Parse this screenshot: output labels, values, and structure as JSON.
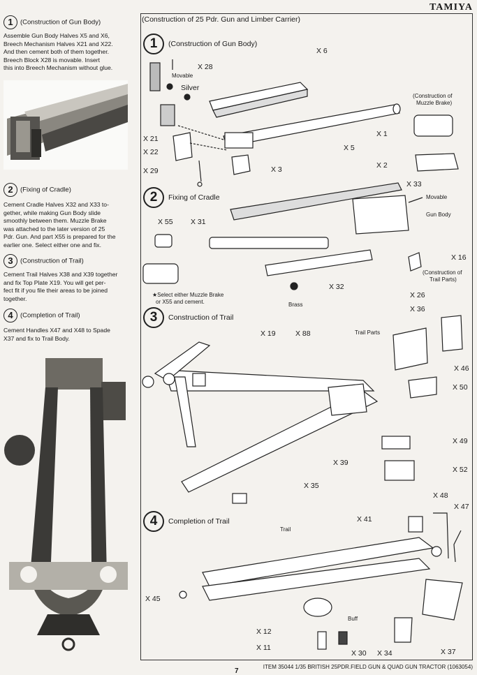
{
  "brand": "TAMIYA",
  "left_column": {
    "steps": [
      {
        "num": "1",
        "title": "(Construction of Gun Body)",
        "lines": [
          "Assemble Gun Body Halves X5 and X6,",
          "Breech Mechanism Halves X21 and X22.",
          "And then cement both of them together.",
          "Breech Block X28 is movable.  Insert",
          "this into Breech Mechanism without glue."
        ]
      },
      {
        "num": "2",
        "title": "(Fixing of Cradle)",
        "lines": [
          "Cement Cradle Halves X32 and X33 to-",
          "gether, while making Gun Body slide",
          "smoothly between them.  Muzzle Brake",
          "was attached to the later version of 25",
          "Pdr. Gun. And part X55 is prepared for the",
          "earlier one.  Select either one and fix."
        ]
      },
      {
        "num": "3",
        "title": "(Construction of Trail)",
        "lines": [
          "Cement Trail Halves X38 and X39 together",
          "and fix Top Plate X19.  You will get per-",
          "fect fit if you file their areas to be joined",
          "together."
        ]
      },
      {
        "num": "4",
        "title": "(Completion of Trail)",
        "lines": [
          "Cement Handles X47 and X48 to Spade",
          "X37 and fix to Trail Body."
        ]
      }
    ]
  },
  "panel": {
    "header": "(Construction of 25 Pdr. Gun and Limber Carrier)",
    "sections": [
      {
        "num": "1",
        "title": "(Construction of Gun Body)"
      },
      {
        "num": "2",
        "title": "Fixing of Cradle"
      },
      {
        "num": "3",
        "title": "Construction of Trail"
      },
      {
        "num": "4",
        "title": "Completion of Trail"
      }
    ],
    "labels": {
      "x6": "X 6",
      "x28": "X 28",
      "movable1": "Movable",
      "silver": "Silver",
      "x21": "X 21",
      "x22": "X 22",
      "x29": "X 29",
      "x3": "X 3",
      "x5": "X 5",
      "muzzle_note": "(Construction of",
      "muzzle_note2": "Muzzle Brake)",
      "x1": "X 1",
      "x2": "X 2",
      "x33": "X 33",
      "movable2": "Movable",
      "gunbody": "Gun Body",
      "x55": "X 55",
      "x31": "X 31",
      "x16": "X 16",
      "trailparts_note": "(Construction of",
      "trailparts_note2": "Trail Parts)",
      "x32": "X 32",
      "brass": "Brass",
      "select_note": "★Select either Muzzle Brake",
      "select_note2": "or X55 and cement.",
      "x19": "X 19",
      "x88": "X 88",
      "trailparts": "Trail Parts",
      "x26": "X 26",
      "x36": "X 36",
      "x46": "X 46",
      "x50": "X 50",
      "x49": "X 49",
      "x52": "X 52",
      "x39": "X 39",
      "x35": "X 35",
      "x48": "X 48",
      "x47": "X 47",
      "x41": "X 41",
      "trail": "Trail",
      "x45": "X 45",
      "x12": "X 12",
      "buff": "Buff",
      "x11": "X 11",
      "x30": "X 30",
      "x34": "X 34",
      "x37": "X 37"
    }
  },
  "footer": "ITEM 35044  1/35 BRITISH 25PDR.FIELD GUN & QUAD GUN TRACTOR (1063054)",
  "page_number": "7"
}
